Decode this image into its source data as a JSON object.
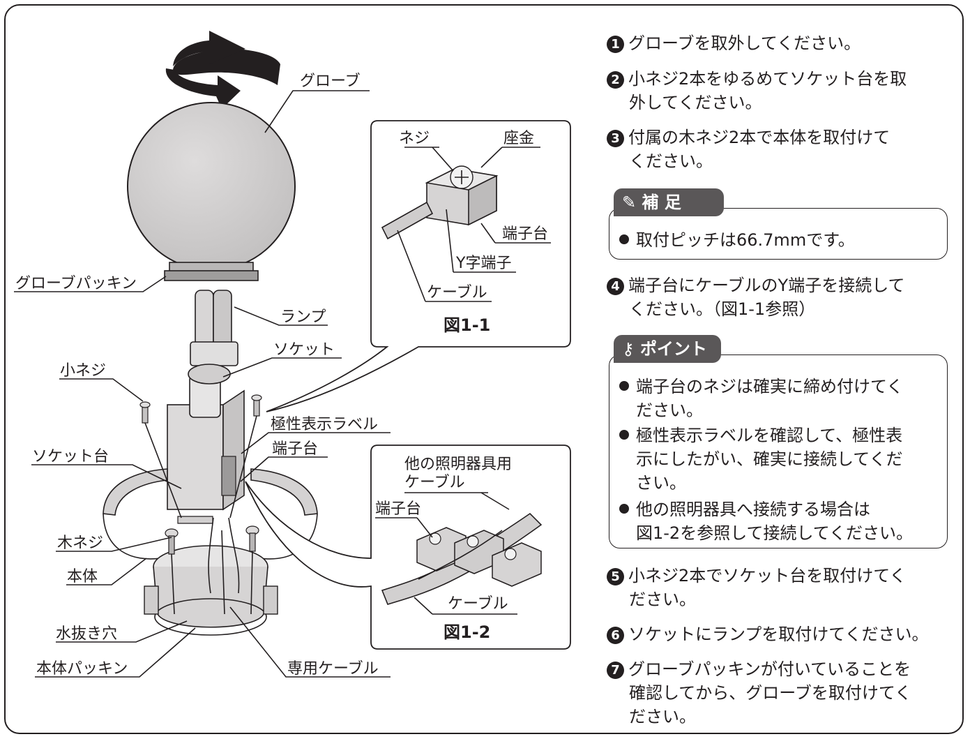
{
  "labels": {
    "globe": "グローブ",
    "globe_packing": "グローブパッキン",
    "lamp": "ランプ",
    "socket": "ソケット",
    "small_screw": "小ネジ",
    "socket_base": "ソケット台",
    "polarity_label": "極性表示ラベル",
    "terminal_block": "端子台",
    "wood_screw": "木ネジ",
    "body": "本体",
    "drain_hole": "水抜き穴",
    "body_packing": "本体パッキン",
    "dedicated_cable": "専用ケーブル"
  },
  "fig1": {
    "caption": "図1-1",
    "screw": "ネジ",
    "washer": "座金",
    "terminal_block": "端子台",
    "y_terminal": "Y字端子",
    "cable": "ケーブル"
  },
  "fig2": {
    "caption": "図1-2",
    "other_cable_1": "他の照明器具用",
    "other_cable_2": "ケーブル",
    "terminal_block": "端子台",
    "cable": "ケーブル"
  },
  "steps": [
    {
      "num": "1",
      "line1": "グローブを取外してください。",
      "line2": ""
    },
    {
      "num": "2",
      "line1": "小ネジ2本をゆるめてソケット台を取",
      "line2": "外してください。"
    },
    {
      "num": "3",
      "line1": "付属の木ネジ2本で本体を取付けて",
      "line2": "ください。"
    },
    {
      "num": "4",
      "line1": "端子台にケーブルのY端子を接続して",
      "line2": "ください。（図1-1参照）"
    },
    {
      "num": "5",
      "line1": "小ネジ2本でソケット台を取付けてく",
      "line2": "ださい。"
    },
    {
      "num": "6",
      "line1": "ソケットにランプを取付けてください。",
      "line2": ""
    },
    {
      "num": "7",
      "line1": "グローブパッキンが付いていることを",
      "line2": "確認してから、グローブを取付けてく",
      "line3": "ださい。"
    }
  ],
  "supplement": {
    "title": "補 足",
    "icon": "pencil-icon",
    "items": [
      "取付ピッチは66.7mmです。"
    ]
  },
  "point": {
    "title": "ポイント",
    "icon": "key-icon",
    "items": [
      {
        "line1": "端子台のネジは確実に締め付けてく",
        "line2": "ださい。",
        "line3": ""
      },
      {
        "line1": "極性表示ラベルを確認して、極性表",
        "line2": "示にしたがい、確実に接続してくだ",
        "line3": "さい。"
      },
      {
        "line1": "他の照明器具へ接続する場合は",
        "line2": "図1-2を参照して接続してください。",
        "line3": ""
      }
    ]
  },
  "colors": {
    "ink": "#231f20",
    "globe": "#cfcdcd",
    "tag": "#5a5758",
    "metal": "#e6e5e5"
  }
}
